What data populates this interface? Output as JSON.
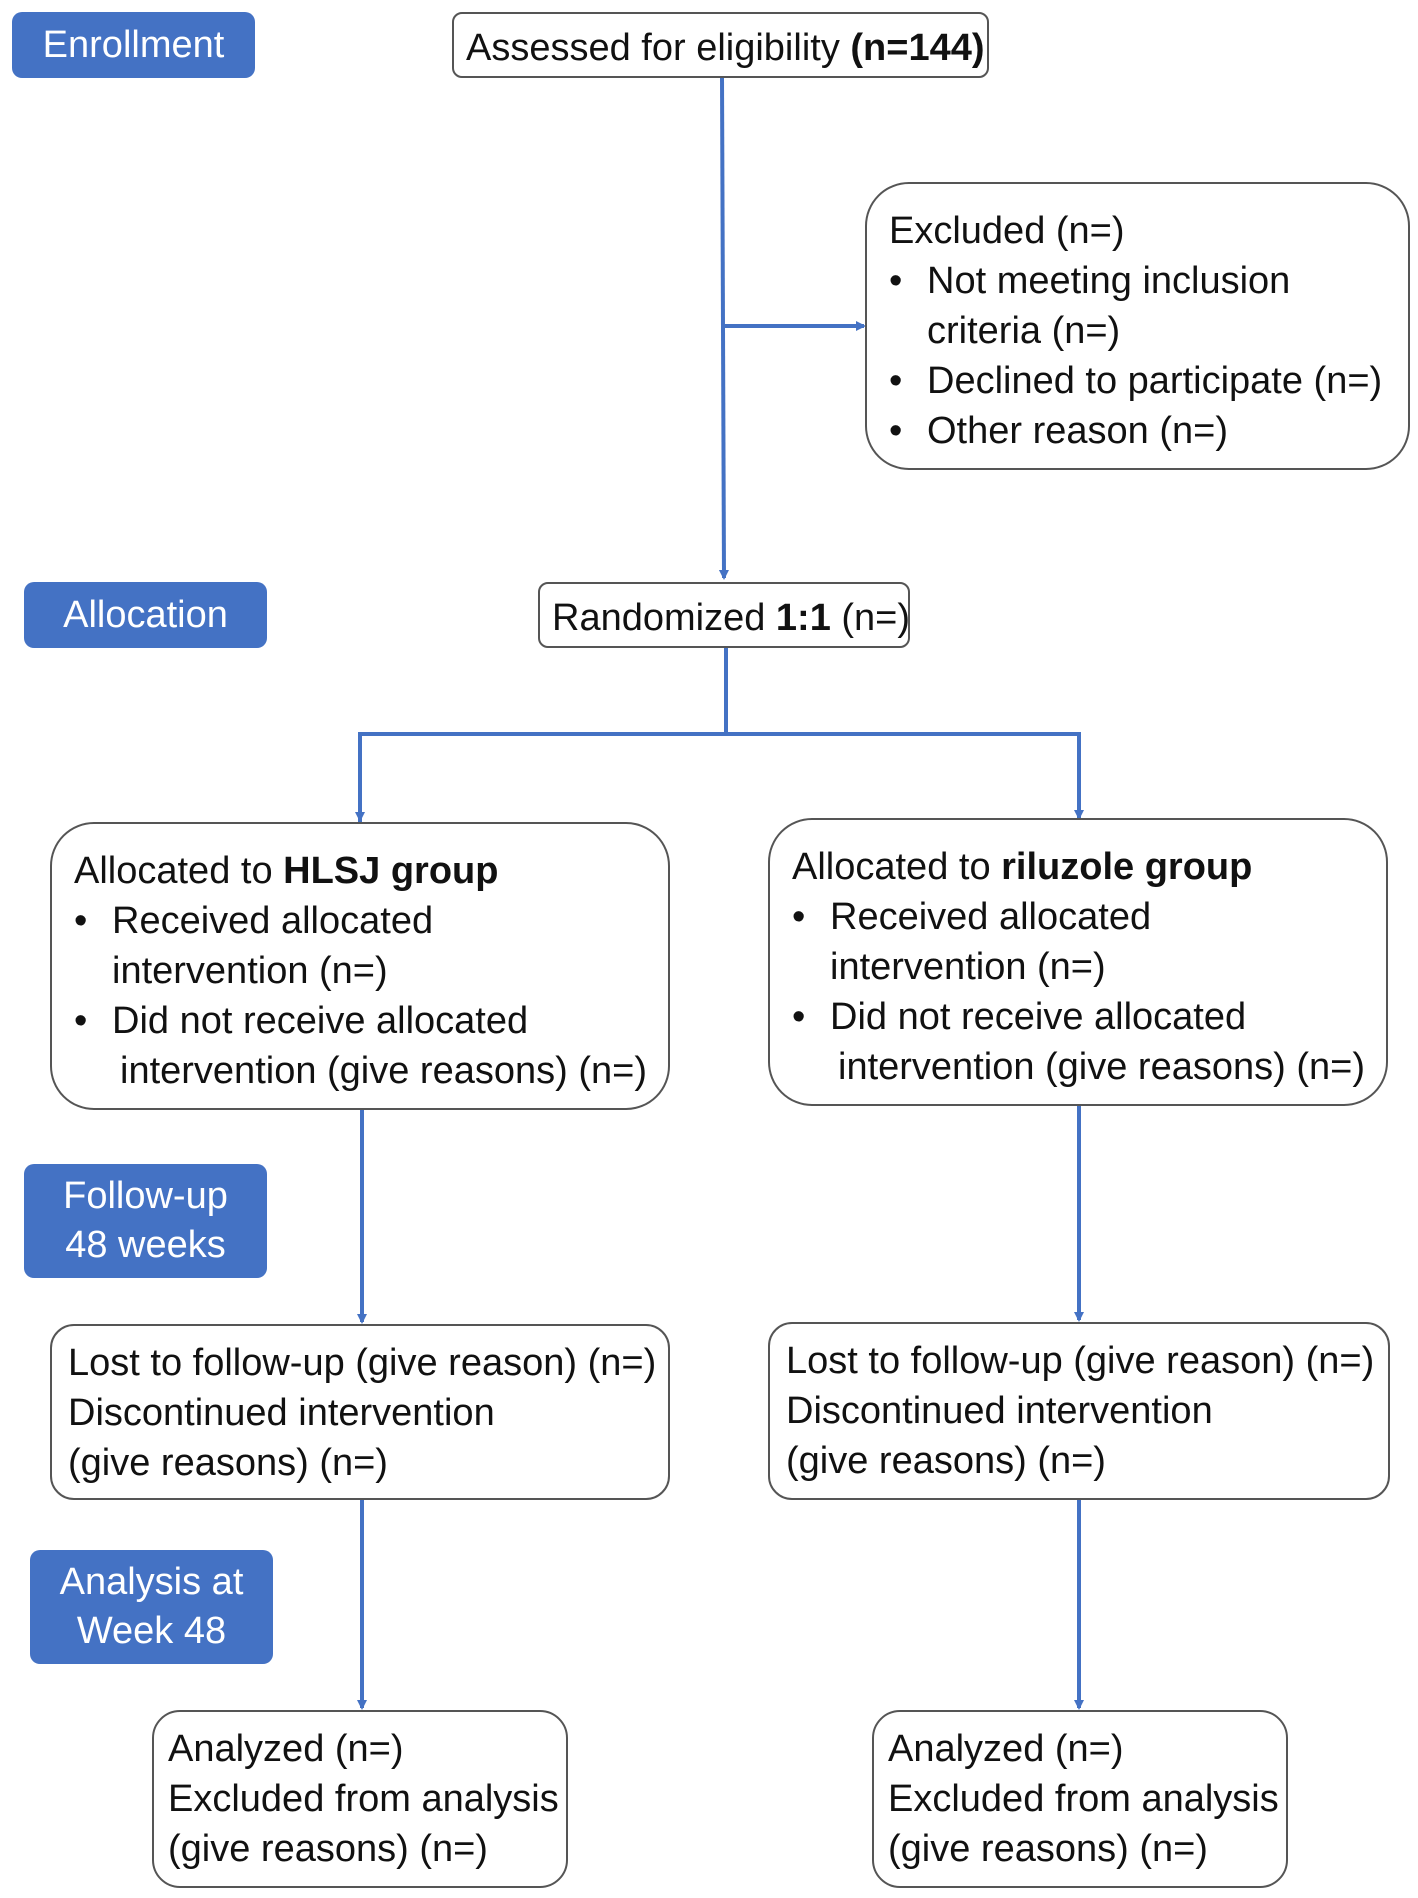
{
  "stages": {
    "enrollment": "Enrollment",
    "allocation": "Allocation",
    "followup_l1": "Follow-up",
    "followup_l2": "48 weeks",
    "analysis_l1": "Analysis at",
    "analysis_l2": "Week 48"
  },
  "eligibility": {
    "prefix": "Assessed for eligibility ",
    "count": "(n=144)"
  },
  "excluded": {
    "title": "Excluded (n=)",
    "item1_l1": "Not meeting inclusion",
    "item1_l2": "criteria (n=)",
    "item2": "Declined to participate (n=)",
    "item3": "Other reason (n=)"
  },
  "randomized": {
    "prefix": "Randomized ",
    "ratio": "1:1",
    "suffix": " (n=)"
  },
  "hlsj": {
    "alloc_prefix": "Allocated to ",
    "alloc_group": "HLSJ group",
    "rec_l1": "Received allocated",
    "rec_l2": "intervention (n=)",
    "notrec_l1": "Did not receive allocated",
    "notrec_l2": "intervention (give reasons) (n=)",
    "lost": "Lost to follow-up (give reason) (n=)",
    "disc_l1": "Discontinued intervention",
    "disc_l2": "(give reasons) (n=)",
    "analyzed": "Analyzed (n=)",
    "excl_l1": "Excluded from analysis",
    "excl_l2": "(give reasons) (n=)"
  },
  "riluzole": {
    "alloc_prefix": "Allocated to ",
    "alloc_group": "riluzole group",
    "rec_l1": "Received allocated",
    "rec_l2": "intervention (n=)",
    "notrec_l1": "Did not receive allocated",
    "notrec_l2": "intervention (give reasons) (n=)",
    "lost": "Lost to follow-up (give reason) (n=)",
    "disc_l1": "Discontinued intervention",
    "disc_l2": "(give reasons) (n=)",
    "analyzed": "Analyzed (n=)",
    "excl_l1": "Excluded from analysis",
    "excl_l2": "(give reasons) (n=)"
  },
  "colors": {
    "stage_fill": "#4472c4",
    "connector": "#4472c4",
    "box_border": "#555555"
  }
}
